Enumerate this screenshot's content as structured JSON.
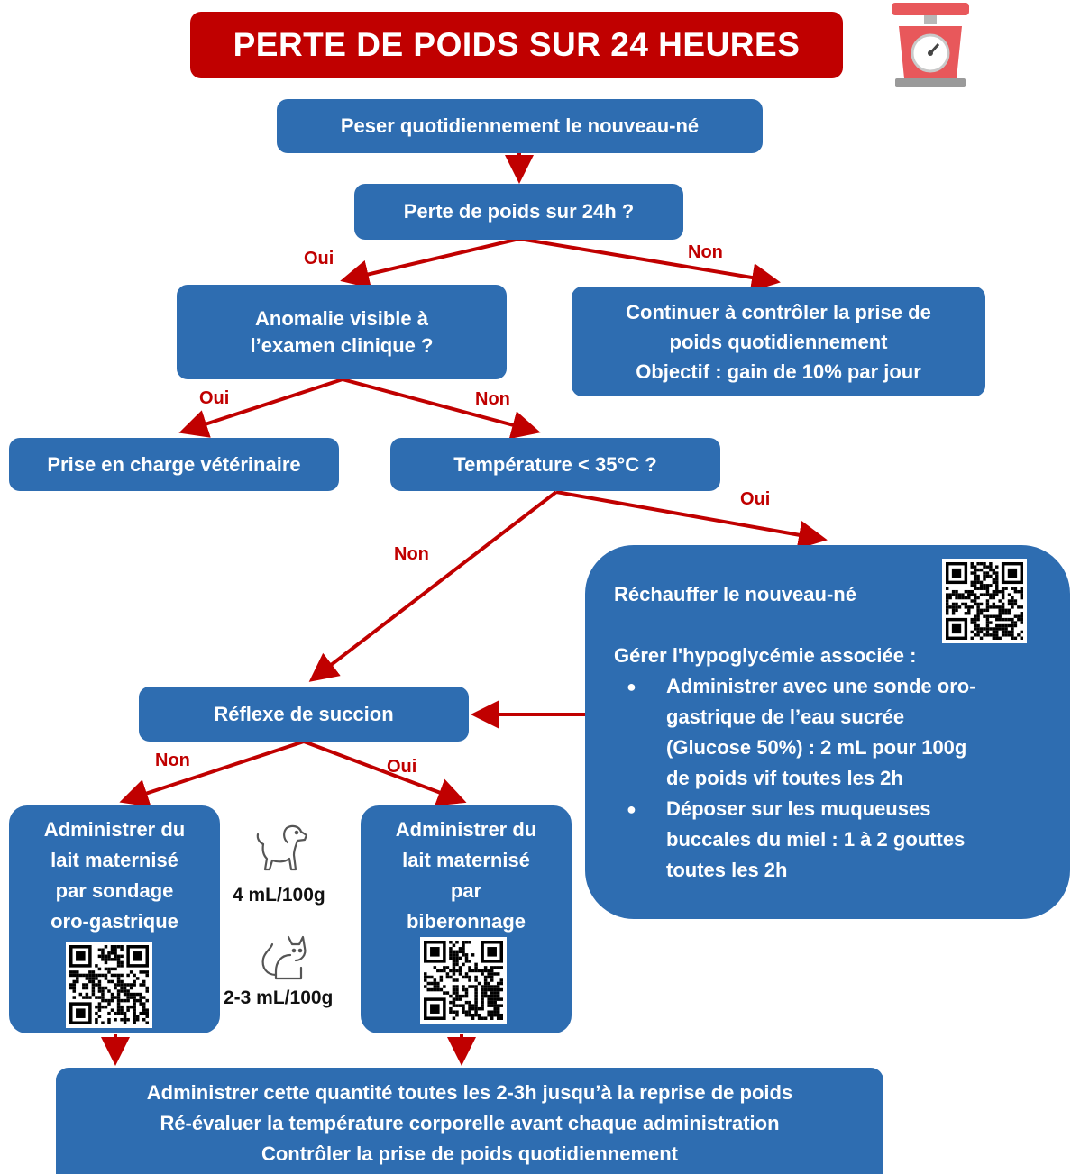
{
  "title": "PERTE DE POIDS SUR 24 HEURES",
  "icons": {
    "scale": "kitchen-scale-icon",
    "dog": "dog-icon",
    "cat": "cat-icon",
    "qr": "qr-code-icon"
  },
  "colors": {
    "box": "#2e6db1",
    "banner": "#c00000",
    "arrow": "#c00000",
    "label": "#c00000"
  },
  "nodes": {
    "weigh": "Peser quotidiennement le nouveau-né",
    "loss_q": "Perte de poids sur 24h ?",
    "anomaly_q": [
      "Anomalie visible à",
      "l’examen clinique ?"
    ],
    "continue_box": [
      "Continuer à contrôler la prise de",
      "poids quotidiennement",
      "Objectif : gain de 10% par jour"
    ],
    "vet": "Prise en charge vétérinaire",
    "temp_q": "Température < 35°C ?",
    "reheat": {
      "line1": "Réchauffer le nouveau-né",
      "hypo_heading": "Gérer l'hypoglycémie associée :",
      "bullets": [
        "Administrer avec une sonde oro-gastrique de l’eau sucrée (Glucose 50%) : 2 mL pour 100g  de poids vif toutes les 2h",
        "Déposer sur les muqueuses buccales du miel : 1 à 2 gouttes toutes les 2h"
      ]
    },
    "suck_q": "Réflexe de succion",
    "tube_feed": [
      "Administrer du",
      "lait maternisé",
      "par sondage",
      "oro-gastrique"
    ],
    "bottle_feed": [
      "Administrer du",
      "lait maternisé",
      "par",
      "biberonnage"
    ],
    "final": [
      "Administrer cette quantité toutes les 2-3h jusqu’à la reprise de poids",
      "Ré-évaluer la température corporelle avant chaque administration",
      "Contrôler la prise de poids quotidiennement"
    ]
  },
  "doses": {
    "dog": "4 mL/100g",
    "cat": "2-3 mL/100g"
  },
  "branch_labels": {
    "loss_yes": "Oui",
    "loss_no": "Non",
    "anomaly_yes": "Oui",
    "anomaly_no": "Non",
    "temp_no": "Non",
    "temp_yes": "Oui",
    "suck_no": "Non",
    "suck_yes": "Oui"
  }
}
